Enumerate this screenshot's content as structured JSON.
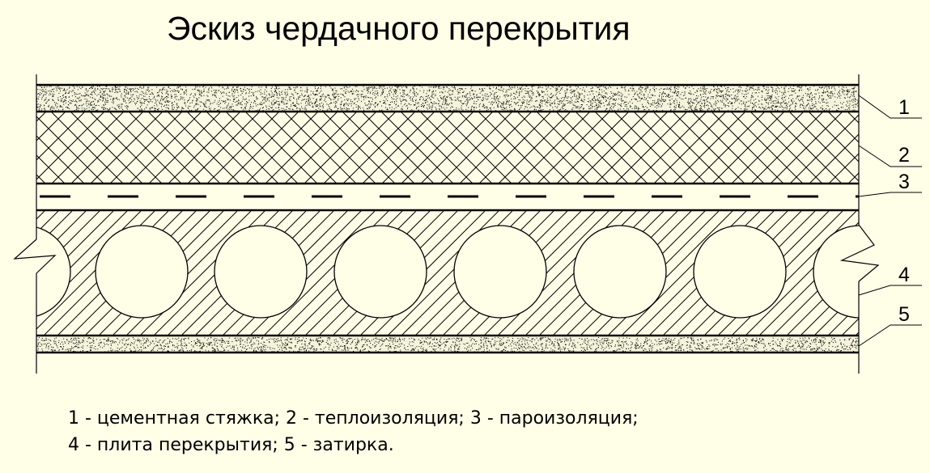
{
  "title": "Эскиз чердачного перекрытия",
  "callouts": [
    "1",
    "2",
    "3",
    "4",
    "5"
  ],
  "legend": {
    "line1": "1 - цементная стяжка; 2 - теплоизоляция; 3 - пароизоляция;",
    "line2": "4 - плита перекрытия; 5 - затирка."
  },
  "colors": {
    "background": "#ffffe8",
    "ink": "#000000"
  }
}
